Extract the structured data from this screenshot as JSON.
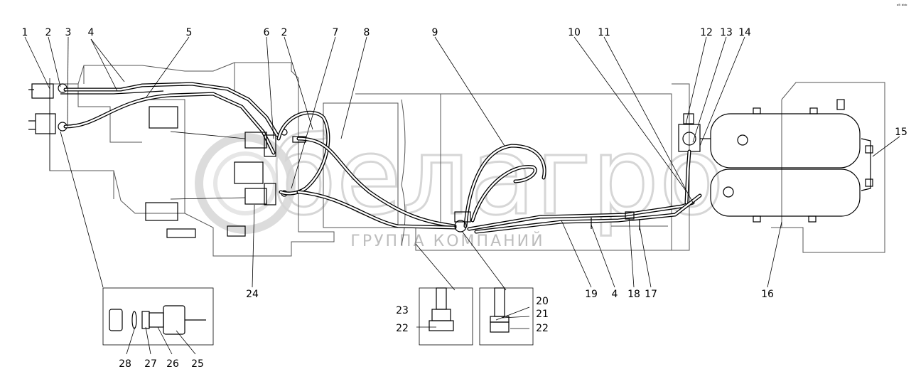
{
  "watermark": {
    "logo_text": "белагро",
    "subtitle": "ГРУППА КОМПАНИЙ"
  },
  "corner_mark": "ᵃᴮ ᵇᵇᵇ",
  "callouts": {
    "c1": "1",
    "c2a": "2",
    "c3": "3",
    "c4a": "4",
    "c5": "5",
    "c6": "6",
    "c2b": "2",
    "c7": "7",
    "c8": "8",
    "c9": "9",
    "c10": "10",
    "c11": "11",
    "c12": "12",
    "c13": "13",
    "c14": "14",
    "c15": "15",
    "c16": "16",
    "c17": "17",
    "c18": "18",
    "c4b": "4",
    "c19": "19",
    "c24": "24",
    "c23": "23",
    "c22a": "22",
    "c20": "20",
    "c21": "21",
    "c22b": "22",
    "c28": "28",
    "c27": "27",
    "c26": "26",
    "c25": "25"
  }
}
